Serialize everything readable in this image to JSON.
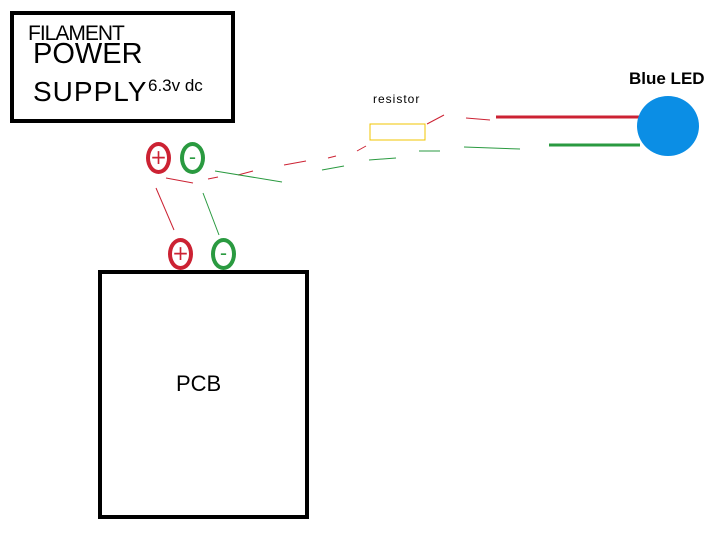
{
  "power_supply": {
    "line1": "FILAMENT",
    "line2": "POWER",
    "line3": "SUPPLY",
    "voltage": "6.3v dc"
  },
  "pcb": {
    "label": "PCB"
  },
  "resistor": {
    "label": "resistor"
  },
  "led": {
    "label": "Blue LED",
    "color": "#0b8ee5"
  },
  "terminals": {
    "psu_positive": "+",
    "psu_negative": "-",
    "pcb_positive": "+",
    "pcb_negative": "-"
  },
  "colors": {
    "positive": "#cc2233",
    "negative": "#2a9a40",
    "resistor": "#f0c400",
    "outline": "#000000"
  }
}
